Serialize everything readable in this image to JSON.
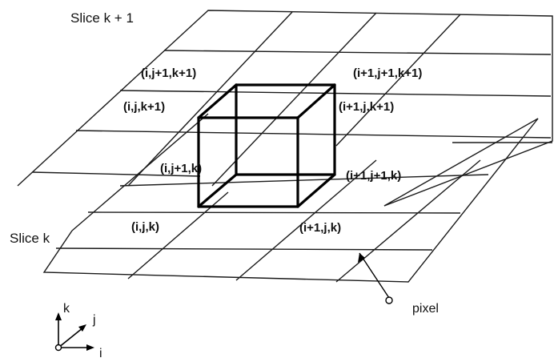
{
  "slices": {
    "upper_label": "Slice k + 1",
    "lower_label": "Slice k"
  },
  "vertices": {
    "top_back_left": "(i,j+1,k+1)",
    "top_back_right": "(i+1,j+1,k+1)",
    "top_front_left": "(i,j,k+1)",
    "top_front_right": "(i+1,j,k+1)",
    "bottom_back_left": "(i,j+1,k)",
    "bottom_back_right": "(i+1,j+1,k)",
    "bottom_front_left": "(i,j,k)",
    "bottom_front_right": "(i+1,j,k)"
  },
  "pixel_label": "pixel",
  "axes": {
    "k": "k",
    "j": "j",
    "i": "i"
  }
}
